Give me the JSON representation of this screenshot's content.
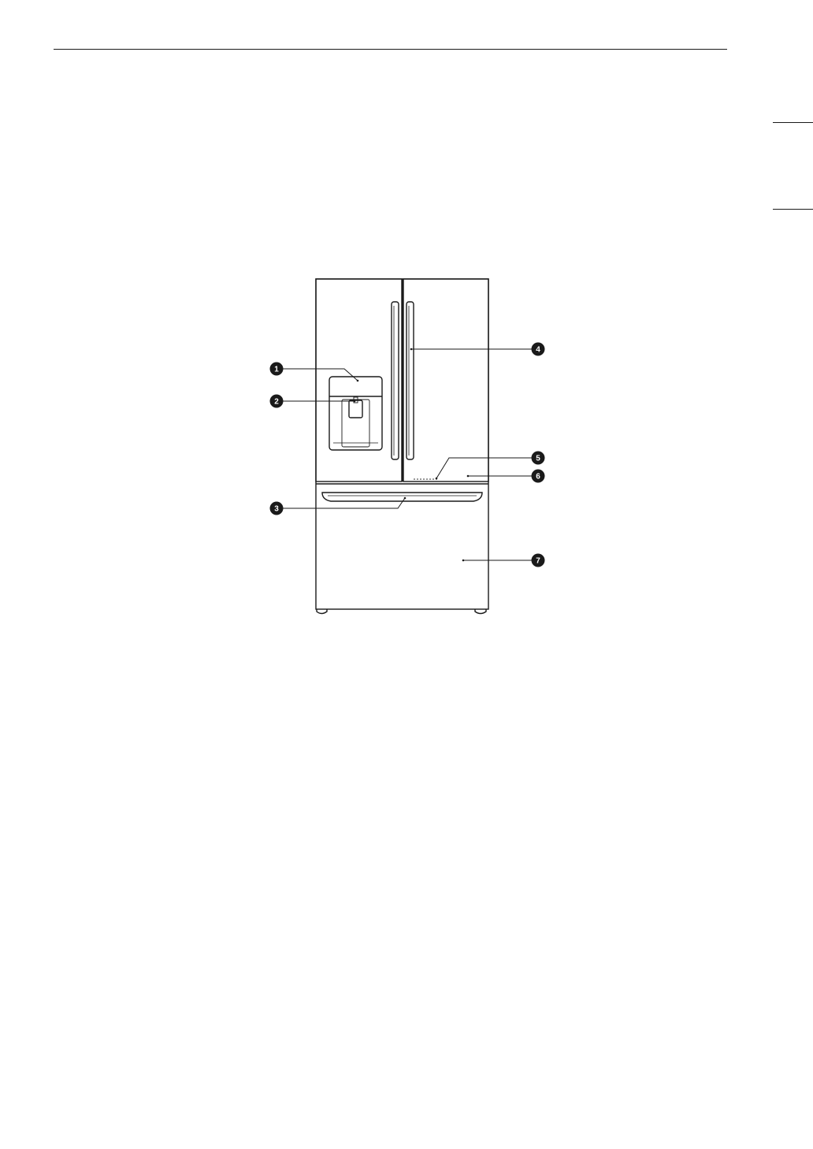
{
  "page": {
    "header_rule": true,
    "side_tabs": 2
  },
  "diagram": {
    "subject": "french-door-refrigerator-front-view",
    "callouts": [
      {
        "number": "1",
        "target": "dispenser-control-panel"
      },
      {
        "number": "2",
        "target": "dispenser-outlet"
      },
      {
        "number": "3",
        "target": "freezer-drawer-handle"
      },
      {
        "number": "4",
        "target": "door-handle"
      },
      {
        "number": "5",
        "target": "display-sensor"
      },
      {
        "number": "6",
        "target": "door-bottom"
      },
      {
        "number": "7",
        "target": "freezer-drawer"
      }
    ],
    "colors": {
      "line": "#1a1a1a",
      "callout_fill": "#1a1a1a",
      "callout_text": "#ffffff"
    }
  }
}
